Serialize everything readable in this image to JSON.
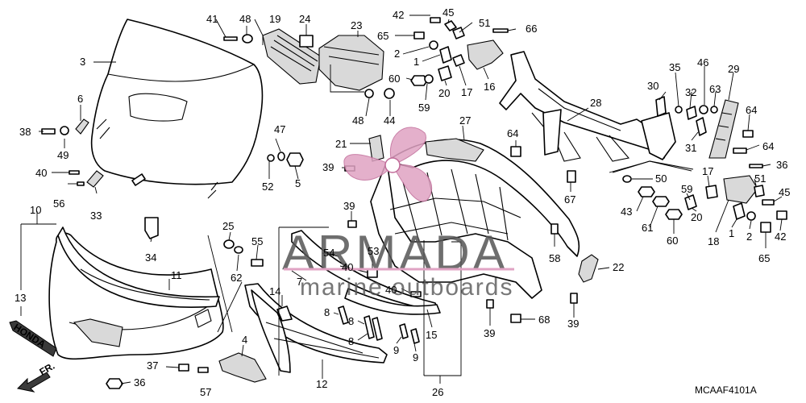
{
  "diagram": {
    "code": "MCAAF4101A",
    "emblem_text": "HONDA",
    "front_arrow_text": "FR.",
    "watermark": {
      "brand": "ARMADA",
      "tagline": "marine outboards",
      "colors": {
        "logo": "#e0a3c3",
        "text": "#555555"
      }
    },
    "callouts": [
      {
        "id": "c41a",
        "label": "41"
      },
      {
        "id": "c48a",
        "label": "48"
      },
      {
        "id": "c19",
        "label": "19"
      },
      {
        "id": "c24",
        "label": "24"
      },
      {
        "id": "c23",
        "label": "23"
      },
      {
        "id": "c42a",
        "label": "42"
      },
      {
        "id": "c45a",
        "label": "45"
      },
      {
        "id": "c51a",
        "label": "51"
      },
      {
        "id": "c66a",
        "label": "66"
      },
      {
        "id": "c65a",
        "label": "65"
      },
      {
        "id": "c2a",
        "label": "2"
      },
      {
        "id": "c1a",
        "label": "1"
      },
      {
        "id": "c3",
        "label": "3"
      },
      {
        "id": "c6",
        "label": "6"
      },
      {
        "id": "c38",
        "label": "38"
      },
      {
        "id": "c49",
        "label": "49"
      },
      {
        "id": "c40a",
        "label": "40"
      },
      {
        "id": "c56",
        "label": "56"
      },
      {
        "id": "c33",
        "label": "33"
      },
      {
        "id": "c47",
        "label": "47"
      },
      {
        "id": "c52",
        "label": "52"
      },
      {
        "id": "c5",
        "label": "5"
      },
      {
        "id": "c48b",
        "label": "48"
      },
      {
        "id": "c44",
        "label": "44"
      },
      {
        "id": "c60a",
        "label": "60"
      },
      {
        "id": "c59a",
        "label": "59"
      },
      {
        "id": "c20a",
        "label": "20"
      },
      {
        "id": "c17a",
        "label": "17"
      },
      {
        "id": "c16",
        "label": "16"
      },
      {
        "id": "c21",
        "label": "21"
      },
      {
        "id": "c27",
        "label": "27"
      },
      {
        "id": "c39a",
        "label": "39"
      },
      {
        "id": "c64a",
        "label": "64"
      },
      {
        "id": "c67",
        "label": "67"
      },
      {
        "id": "c28",
        "label": "28"
      },
      {
        "id": "c35",
        "label": "35"
      },
      {
        "id": "c46",
        "label": "46"
      },
      {
        "id": "c29",
        "label": "29"
      },
      {
        "id": "c30",
        "label": "30"
      },
      {
        "id": "c32",
        "label": "32"
      },
      {
        "id": "c63",
        "label": "63"
      },
      {
        "id": "c64b",
        "label": "64"
      },
      {
        "id": "c31",
        "label": "31"
      },
      {
        "id": "c64c",
        "label": "64"
      },
      {
        "id": "c36",
        "label": "36"
      },
      {
        "id": "c50",
        "label": "50"
      },
      {
        "id": "c17b",
        "label": "17"
      },
      {
        "id": "c59b",
        "label": "59"
      },
      {
        "id": "c51b",
        "label": "51"
      },
      {
        "id": "c45b",
        "label": "45"
      },
      {
        "id": "c43",
        "label": "43"
      },
      {
        "id": "c61",
        "label": "61"
      },
      {
        "id": "c60b",
        "label": "60"
      },
      {
        "id": "c20b",
        "label": "20"
      },
      {
        "id": "c18",
        "label": "18"
      },
      {
        "id": "c1b",
        "label": "1"
      },
      {
        "id": "c2b",
        "label": "2"
      },
      {
        "id": "c42b",
        "label": "42"
      },
      {
        "id": "c65b",
        "label": "65"
      },
      {
        "id": "c10",
        "label": "10"
      },
      {
        "id": "c13",
        "label": "13"
      },
      {
        "id": "c25",
        "label": "25"
      },
      {
        "id": "c55",
        "label": "55"
      },
      {
        "id": "c62",
        "label": "62"
      },
      {
        "id": "c34",
        "label": "34"
      },
      {
        "id": "c11",
        "label": "11"
      },
      {
        "id": "c39b",
        "label": "39"
      },
      {
        "id": "c54",
        "label": "54"
      },
      {
        "id": "c40b",
        "label": "40"
      },
      {
        "id": "c53",
        "label": "53"
      },
      {
        "id": "c7",
        "label": "7"
      },
      {
        "id": "c14",
        "label": "14"
      },
      {
        "id": "c40c",
        "label": "40"
      },
      {
        "id": "c58",
        "label": "58"
      },
      {
        "id": "c22",
        "label": "22"
      },
      {
        "id": "c8a",
        "label": "8"
      },
      {
        "id": "c8b",
        "label": "8"
      },
      {
        "id": "c8c",
        "label": "8"
      },
      {
        "id": "c15",
        "label": "15"
      },
      {
        "id": "c9a",
        "label": "9"
      },
      {
        "id": "c9b",
        "label": "9"
      },
      {
        "id": "c39c",
        "label": "39"
      },
      {
        "id": "c68",
        "label": "68"
      },
      {
        "id": "c39d",
        "label": "39"
      },
      {
        "id": "c4",
        "label": "4"
      },
      {
        "id": "c37",
        "label": "37"
      },
      {
        "id": "c36b",
        "label": "36"
      },
      {
        "id": "c57",
        "label": "57"
      },
      {
        "id": "c12",
        "label": "12"
      },
      {
        "id": "c26",
        "label": "26"
      }
    ]
  }
}
